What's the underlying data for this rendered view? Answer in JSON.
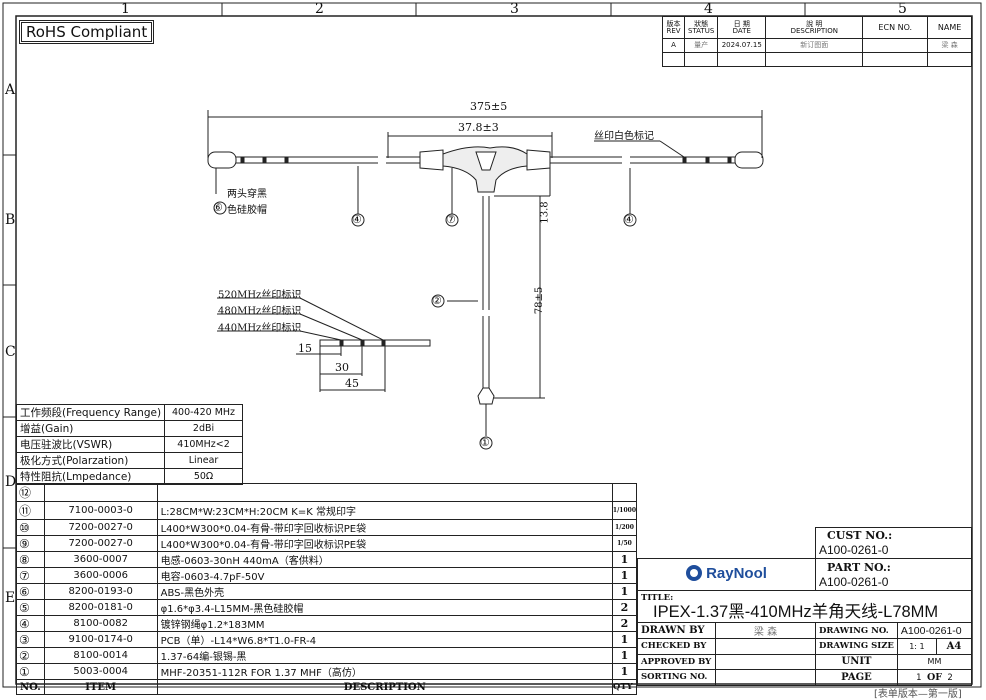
{
  "zones": {
    "cols": [
      "1",
      "2",
      "3",
      "4",
      "5"
    ],
    "rows": [
      "A",
      "B",
      "C",
      "D",
      "E"
    ]
  },
  "rohs": "RoHS Compliant",
  "revision": {
    "headers": [
      [
        "版本",
        "REV"
      ],
      [
        "狀態",
        "STATUS"
      ],
      [
        "日 期",
        "DATE"
      ],
      [
        "說 明",
        "DESCRIPTION"
      ],
      [
        "ECN NO.",
        ""
      ],
      [
        "NAME",
        ""
      ]
    ],
    "rows": [
      [
        "A",
        "量产",
        "2024.07.15",
        "新订图面",
        "",
        "梁 森"
      ]
    ]
  },
  "drawing": {
    "overall_length": "375±5",
    "hub_width": "37.8±3",
    "hub_height": "13.8",
    "cable_length": "78±5",
    "white_mark_note": "丝印白色标记",
    "cap_note_1": "两头穿黑",
    "cap_note_2": "色硅胶帽",
    "marks": [
      "520MHz丝印标识",
      "480MHz丝印标识",
      "440MHz丝印标识"
    ],
    "mark_dims": [
      "15",
      "30",
      "45"
    ],
    "balloons": {
      "cap": "⑥",
      "wire_left": "④",
      "hub": "⑦",
      "wire_right": "④",
      "cable": "②",
      "connector": "①"
    }
  },
  "specs": [
    [
      "工作频段(Frequency Range)",
      "400-420 MHz"
    ],
    [
      "增益(Gain)",
      "2dBi"
    ],
    [
      "电压驻波比(VSWR)",
      "410MHz<2"
    ],
    [
      "极化方式(Polarzation)",
      "Linear"
    ],
    [
      "特性阻抗(Lmpedance)",
      "50Ω"
    ]
  ],
  "bom": {
    "headers": [
      "NO.",
      "ITEM",
      "DESCRIPTION",
      "QTY"
    ],
    "rows": [
      [
        "⑫",
        "",
        "",
        ""
      ],
      [
        "⑪",
        "7100-0003-0",
        "L:28CM*W:23CM*H:20CM K=K 常规印字",
        "1/1000"
      ],
      [
        "⑩",
        "7200-0027-0",
        "L400*W300*0.04-有骨-带印字回收标识PE袋",
        "1/200"
      ],
      [
        "⑨",
        "7200-0027-0",
        "L400*W300*0.04-有骨-带印字回收标识PE袋",
        "1/50"
      ],
      [
        "⑧",
        "3600-0007",
        "电感-0603-30nH 440mA（客供料）",
        "1"
      ],
      [
        "⑦",
        "3600-0006",
        "电容-0603-4.7pF-50V",
        "1"
      ],
      [
        "⑥",
        "8200-0193-0",
        "ABS-黑色外壳",
        "1"
      ],
      [
        "⑤",
        "8200-0181-0",
        "φ1.6*φ3.4-L15MM-黑色硅胶帽",
        "2"
      ],
      [
        "④",
        "8100-0082",
        "镀锌钢绳φ1.2*183MM",
        "2"
      ],
      [
        "③",
        "9100-0174-0",
        "PCB（单）-L14*W6.8*T1.0-FR-4",
        "1"
      ],
      [
        "②",
        "8100-0014",
        "1.37-64编-银锡-黑",
        "1"
      ],
      [
        "①",
        "5003-0004",
        "MHF-20351-112R FOR 1.37 MHF（高仿）",
        "1"
      ]
    ]
  },
  "titleblock": {
    "cust_label": "CUST NO.:",
    "cust_no": "A100-0261-0",
    "part_label": "PART NO.:",
    "part_no": "A100-0261-0",
    "logo": "RayNool",
    "logo_color": "#1f4e9c",
    "title_label": "TITLE:",
    "title": "IPEX-1.37黑-410MHz羊角天线-L78MM",
    "drawn_by_label": "DRAWN BY",
    "drawn_by": "梁 森",
    "checked_by_label": "CHECKED BY",
    "approved_by_label": "APPROVED BY",
    "sorting_no_label": "SORTING NO.",
    "drawing_no_label": "DRAWING NO.",
    "drawing_no": "A100-0261-0",
    "drawing_size_label": "DRAWING SIZE",
    "scale": "1: 1",
    "size": "A4",
    "unit_label": "UNIT",
    "unit": "MM",
    "page_label": "PAGE",
    "page": "1",
    "of": "OF",
    "pages": "2"
  },
  "footer": "[表单版本—第一版]"
}
